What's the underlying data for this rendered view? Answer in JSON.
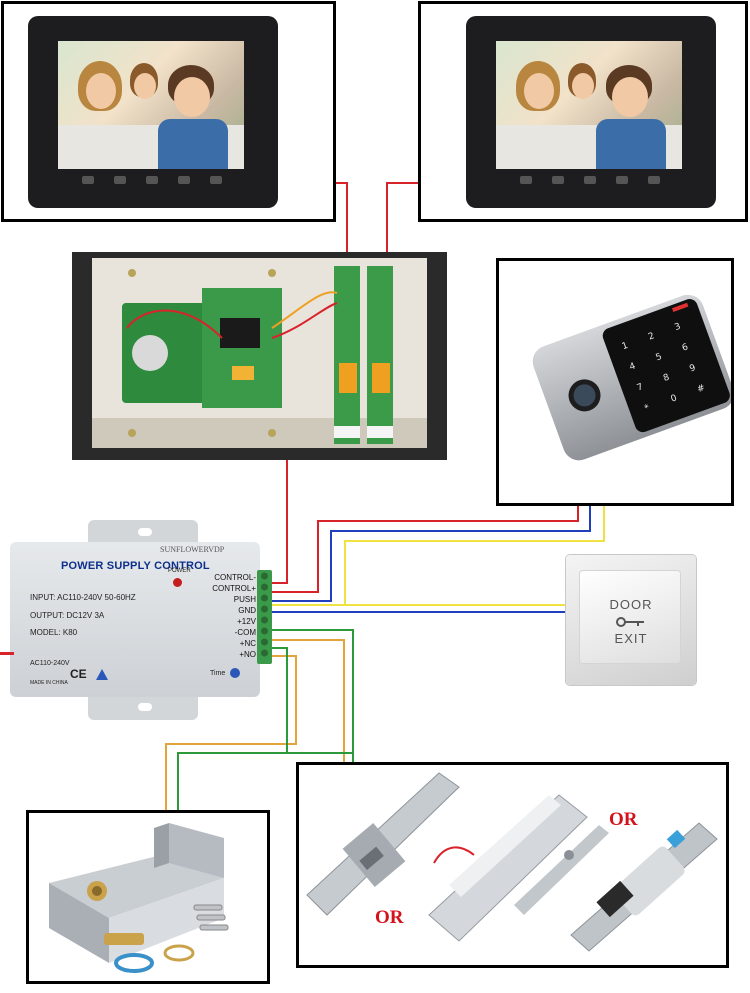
{
  "power_supply": {
    "brand": "SUNFLOWERVDP",
    "title": "POWER SUPPLY CONTROL",
    "power_led_label": "POWER",
    "input": "INPUT: AC110-240V  50-60HZ",
    "output": "OUTPUT: DC12V  3A",
    "model": "MODEL: K80",
    "ac_label": "AC110-240V",
    "made_in": "MADE IN CHINA",
    "time_label": "Time",
    "ce_mark": "CE",
    "terminals": [
      "CONTROL-",
      "CONTROL+",
      "PUSH",
      "GND",
      "+12V",
      "-COM",
      "+NC",
      "+NO"
    ]
  },
  "exit_button": {
    "line1": "DOOR",
    "line2": "EXIT"
  },
  "alternatives": {
    "or_1": "OR",
    "or_2": "OR"
  },
  "colors": {
    "red_wire": "#d9232a",
    "blue_wire": "#1f3fbf",
    "yellow_wire": "#f0e240",
    "green_wire": "#2c9a3a",
    "orange_wire": "#e3a43a",
    "psu_body": "#dfe3e6",
    "monitor": "#1d1d1f"
  },
  "icons": [
    "indoor-monitor",
    "distribution-box",
    "fingerprint-keypad",
    "power-supply",
    "exit-button",
    "electric-rim-lock",
    "electric-strike",
    "magnetic-lock",
    "bolt-lock"
  ]
}
